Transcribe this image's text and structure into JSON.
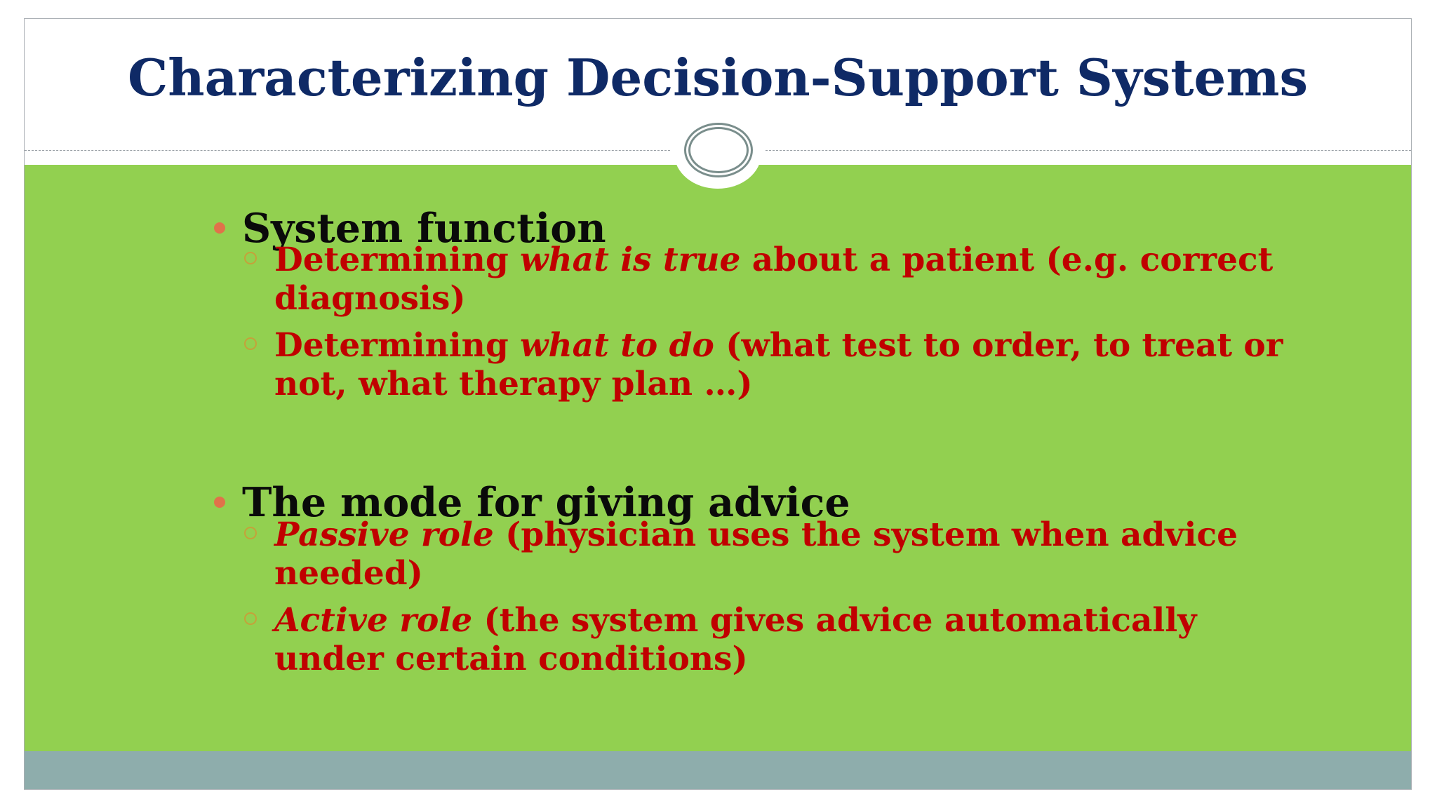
{
  "title": "Characterizing Decision-Support Systems",
  "colors": {
    "title": "#0f2a66",
    "content_bg": "#92d050",
    "footer_bg": "#8eadac",
    "subpoint_text": "#c00000",
    "bullet_l1": "#e0724a",
    "bullet_l2": "#c5a13a"
  },
  "sections": [
    {
      "heading": "System function",
      "points": [
        {
          "lead": "Determining ",
          "italic": "what is true",
          "rest": " about a patient (e.g. correct diagnosis)"
        },
        {
          "lead": "Determining ",
          "italic": "what to do",
          "rest": " (what test to order, to treat or not, what therapy plan …)"
        }
      ]
    },
    {
      "heading": "The mode for giving advice",
      "points": [
        {
          "lead": "",
          "italic": "Passive role",
          "rest": " (physician uses the system when advice needed)"
        },
        {
          "lead": "",
          "italic": "Active role",
          "rest": " (the system gives advice automatically under certain conditions)"
        }
      ]
    }
  ]
}
